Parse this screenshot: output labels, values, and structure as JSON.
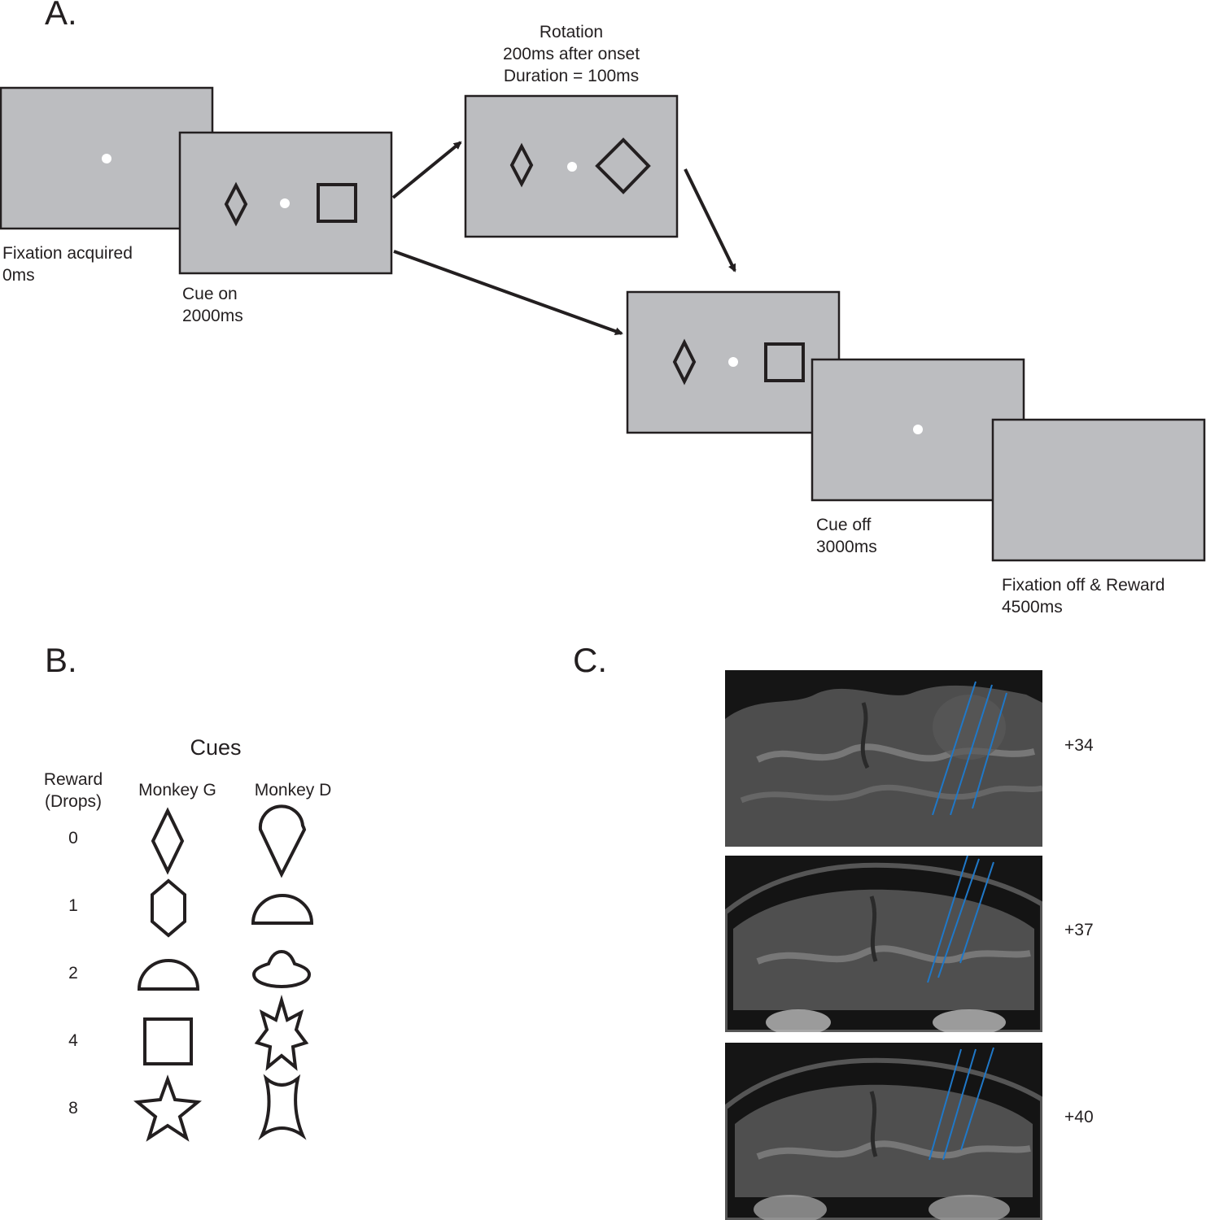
{
  "panel_labels": {
    "a": "A.",
    "b": "B.",
    "c": "C."
  },
  "panel_a": {
    "rotation_caption": [
      "Rotation",
      "200ms after onset",
      "Duration = 100ms"
    ],
    "screen_captions": [
      {
        "line1": "Fixation acquired",
        "line2": "0ms"
      },
      {
        "line1": "Cue on",
        "line2": "2000ms"
      },
      {
        "line1": "Cue off",
        "line2": "3000ms"
      },
      {
        "line1": "Fixation off & Reward",
        "line2": "4500ms"
      }
    ],
    "colors": {
      "screen": "#bcbdc0",
      "outline": "#231f20",
      "fixation_dot": "#ffffff"
    }
  },
  "panel_b": {
    "title": "Cues",
    "reward_header": [
      "Reward",
      "(Drops)"
    ],
    "columns": [
      "Monkey G",
      "Monkey D"
    ],
    "rows": [
      {
        "reward": "0",
        "monkey_g": "diamond-icon",
        "monkey_d": "cone-icon"
      },
      {
        "reward": "1",
        "monkey_g": "hexagon-icon",
        "monkey_d": "half-circle-icon"
      },
      {
        "reward": "2",
        "monkey_g": "half-circle-icon",
        "monkey_d": "hat-icon"
      },
      {
        "reward": "4",
        "monkey_g": "square-icon",
        "monkey_d": "burst-star-icon"
      },
      {
        "reward": "8",
        "monkey_g": "star-icon",
        "monkey_d": "concave-shape-icon"
      }
    ]
  },
  "panel_c": {
    "slices": [
      {
        "label": "+34"
      },
      {
        "label": "+37"
      },
      {
        "label": "+40"
      }
    ],
    "colors": {
      "track_lines": "#1f78c8"
    }
  }
}
